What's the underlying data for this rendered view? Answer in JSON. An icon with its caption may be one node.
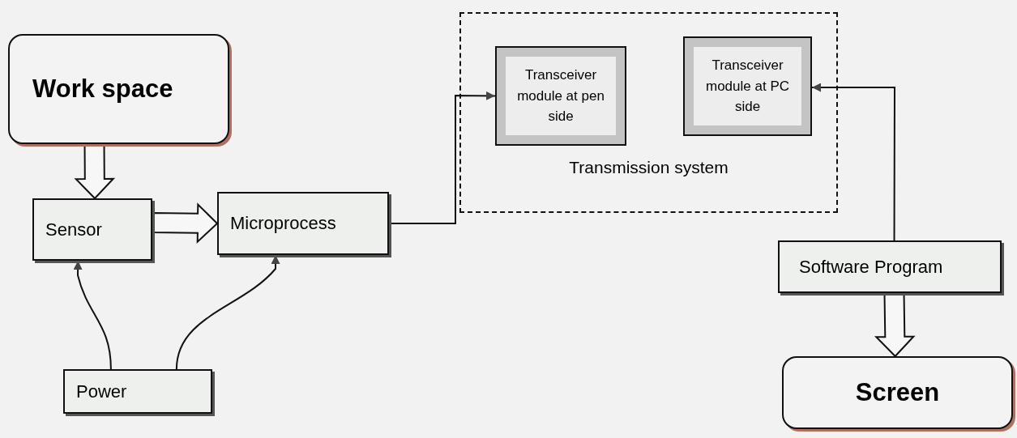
{
  "diagram": {
    "nodes": [
      {
        "text": [
          "Work space"
        ]
      },
      {
        "text": [
          "Sensor"
        ]
      },
      {
        "text": [
          "Microprocess"
        ]
      },
      {
        "text": [
          "Power"
        ]
      },
      {
        "text": [
          "Transmission system"
        ]
      },
      {
        "text": [
          "Transceiver module at pen side"
        ],
        "in": 4
      },
      {
        "text": [
          "Transceiver module at PC side"
        ],
        "in": 4
      },
      {
        "text": [
          "Software Program"
        ]
      },
      {
        "text": [
          "Screen"
        ]
      }
    ],
    "edges": [
      {
        "from": 0,
        "to": 1,
        "arrow": "to",
        "style": "thick"
      },
      {
        "from": 1,
        "to": 2,
        "arrow": "to",
        "style": "thick"
      },
      {
        "from": 3,
        "to": 1,
        "arrow": "to"
      },
      {
        "from": 3,
        "to": 2,
        "arrow": "to"
      },
      {
        "from": 2,
        "to": 5,
        "arrow": "to"
      },
      {
        "from": 7,
        "to": 6,
        "arrow": "to"
      },
      {
        "from": 7,
        "to": 8,
        "arrow": "to",
        "style": "thick"
      }
    ]
  }
}
